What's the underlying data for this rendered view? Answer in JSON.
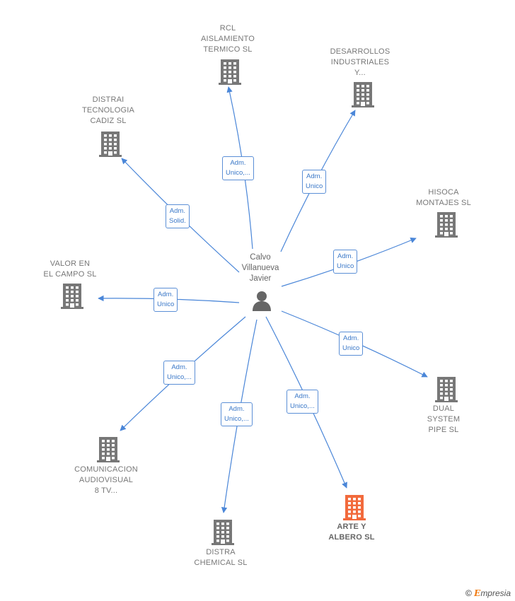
{
  "center": {
    "name_lines": [
      "Calvo",
      "Villanueva",
      "Javier"
    ],
    "icon": "person-icon"
  },
  "colors": {
    "edge": "#4a86d8",
    "building": "#777777",
    "building_highlight": "#f26a3c",
    "label_border": "#5b8fd6"
  },
  "nodes": [
    {
      "id": "rcl",
      "lines": [
        "RCL",
        "AISLAMIENTO",
        "TERMICO  SL"
      ],
      "edge_lines": [
        "Adm.",
        "Unico,..."
      ],
      "highlight": false
    },
    {
      "id": "desarrollos",
      "lines": [
        "DESARROLLOS",
        "INDUSTRIALES",
        "Y..."
      ],
      "edge_lines": [
        "Adm.",
        "Unico"
      ],
      "highlight": false
    },
    {
      "id": "distrai",
      "lines": [
        "DISTRAI",
        "TECNOLOGIA",
        "CADIZ  SL"
      ],
      "edge_lines": [
        "Adm.",
        "Solid."
      ],
      "highlight": false
    },
    {
      "id": "hisoca",
      "lines": [
        "HISOCA",
        "MONTAJES  SL"
      ],
      "edge_lines": [
        "Adm.",
        "Unico"
      ],
      "highlight": false
    },
    {
      "id": "valor",
      "lines": [
        "VALOR EN",
        "EL CAMPO  SL"
      ],
      "edge_lines": [
        "Adm.",
        "Unico"
      ],
      "highlight": false
    },
    {
      "id": "dual",
      "lines": [
        "DUAL",
        "SYSTEM",
        "PIPE  SL"
      ],
      "edge_lines": [
        "Adm.",
        "Unico"
      ],
      "highlight": false
    },
    {
      "id": "comunicacion",
      "lines": [
        "COMUNICACION",
        "AUDIOVISUAL",
        "8 TV..."
      ],
      "edge_lines": [
        "Adm.",
        "Unico,..."
      ],
      "highlight": false
    },
    {
      "id": "distra",
      "lines": [
        "DISTRA",
        "CHEMICAL  SL"
      ],
      "edge_lines": [
        "Adm.",
        "Unico,..."
      ],
      "highlight": false
    },
    {
      "id": "arte",
      "lines": [
        "ARTE Y",
        "ALBERO  SL"
      ],
      "edge_lines": [
        "Adm.",
        "Unico,..."
      ],
      "highlight": true
    }
  ],
  "footer": {
    "symbol": "©",
    "brand_initial": "E",
    "brand_rest": "mpresia"
  }
}
